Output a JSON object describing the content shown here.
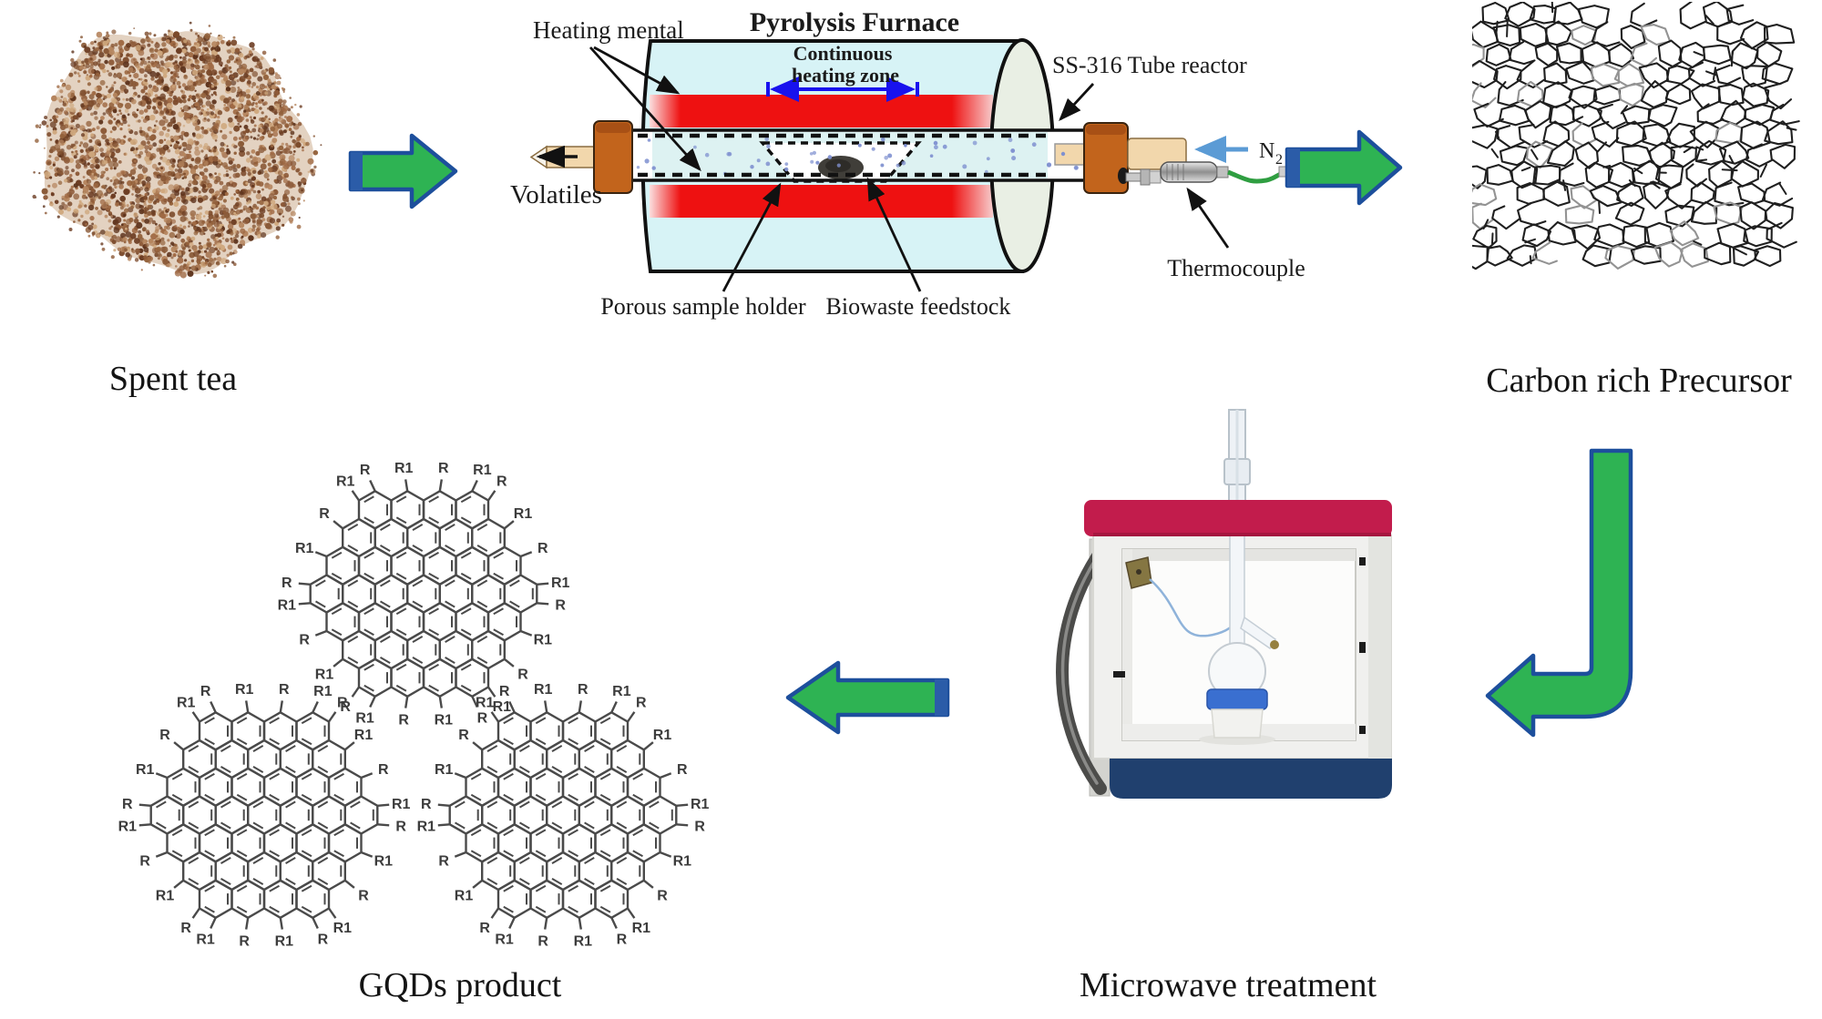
{
  "stages": {
    "spent_tea": "Spent tea",
    "carbon_precursor": "Carbon rich Precursor",
    "gqds_product": "GQDs product",
    "microwave_treatment": "Microwave treatment"
  },
  "furnace": {
    "title": "Pyrolysis Furnace",
    "heating_mantle_label": "Heating mental",
    "heating_zone_line1": "Continuous",
    "heating_zone_line2": "heating zone",
    "volatiles_label": "Volatiles",
    "tube_reactor_label": "SS-316 Tube reactor",
    "nitrogen_symbol": "N",
    "nitrogen_subscript": "2",
    "thermocouple_label": "Thermocouple",
    "sample_holder_label": "Porous sample holder",
    "feedstock_label": "Biowaste feedstock"
  },
  "gqd": {
    "substituent_a": "R",
    "substituent_b": "R1"
  },
  "colors": {
    "arrow_green": "#2eb353",
    "arrow_outline": "#1d4f9c",
    "arrow_tail_blue": "#2b5ca8",
    "furnace_red": "#ee1111",
    "furnace_body_cyan": "#d7f3f6",
    "furnace_endcap": "#e9efe4",
    "flange_orange": "#c2641c",
    "tube_beige": "#f2d7ac",
    "zone_arrow_blue": "#1812ee",
    "n2_arrow_blue": "#5b9bd5",
    "microwave_top_red": "#c21c4c",
    "microwave_bottom_navy": "#20406e",
    "flask_cap_blue": "#3a6fd0",
    "tea_brown": "#8a5a38"
  }
}
